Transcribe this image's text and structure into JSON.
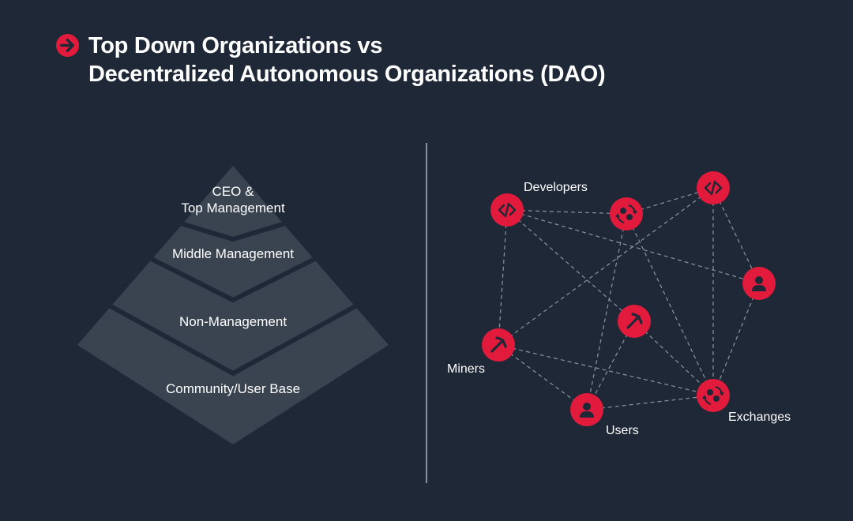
{
  "title": {
    "line1": "Top Down Organizations vs",
    "line2": "Decentralized Autonomous Organizations (DAO)",
    "icon": "arrow-right-circle-icon"
  },
  "pyramid": {
    "levels": [
      {
        "line1": "CEO &",
        "line2": "Top Management"
      },
      {
        "line1": "Middle Management"
      },
      {
        "line1": "Non-Management"
      },
      {
        "line1": "Community/User Base"
      }
    ]
  },
  "network": {
    "labels": {
      "developers": "Developers",
      "miners": "Miners",
      "users": "Users",
      "exchanges": "Exchanges"
    },
    "nodes": [
      {
        "id": "dev1",
        "icon": "code-icon"
      },
      {
        "id": "exch1",
        "icon": "exchange-icon"
      },
      {
        "id": "dev2",
        "icon": "code-icon"
      },
      {
        "id": "user1",
        "icon": "user-icon"
      },
      {
        "id": "miner2",
        "icon": "pickaxe-icon"
      },
      {
        "id": "miner1",
        "icon": "pickaxe-icon"
      },
      {
        "id": "user2",
        "icon": "user-icon"
      },
      {
        "id": "exch2",
        "icon": "exchange-icon"
      }
    ],
    "edges": [
      [
        "dev1",
        "exch1"
      ],
      [
        "exch1",
        "dev2"
      ],
      [
        "dev1",
        "user1"
      ],
      [
        "dev1",
        "miner2"
      ],
      [
        "dev1",
        "miner1"
      ],
      [
        "dev2",
        "miner1"
      ],
      [
        "dev2",
        "exch2"
      ],
      [
        "dev2",
        "user1"
      ],
      [
        "user1",
        "exch2"
      ],
      [
        "exch1",
        "user2"
      ],
      [
        "exch1",
        "exch2"
      ],
      [
        "miner2",
        "user2"
      ],
      [
        "miner2",
        "exch2"
      ],
      [
        "miner1",
        "exch2"
      ],
      [
        "miner1",
        "user2"
      ],
      [
        "user2",
        "exch2"
      ]
    ]
  },
  "colors": {
    "background": "#1e2837",
    "accent": "#e21b3c",
    "pyramid": "#3a4451",
    "edge": "#8a95a3"
  }
}
